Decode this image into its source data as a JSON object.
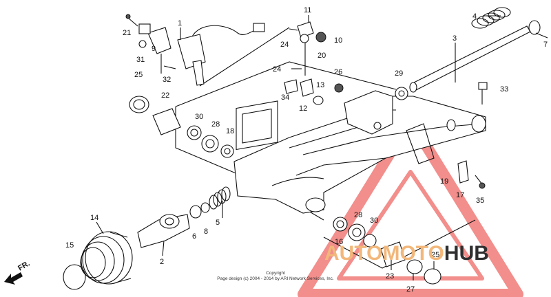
{
  "diagram": {
    "parts": [
      {
        "num": "1"
      },
      {
        "num": "2"
      },
      {
        "num": "3"
      },
      {
        "num": "4"
      },
      {
        "num": "5"
      },
      {
        "num": "6"
      },
      {
        "num": "7"
      },
      {
        "num": "8"
      },
      {
        "num": "9"
      },
      {
        "num": "10"
      },
      {
        "num": "11"
      },
      {
        "num": "12"
      },
      {
        "num": "13"
      },
      {
        "num": "14"
      },
      {
        "num": "15"
      },
      {
        "num": "16"
      },
      {
        "num": "17"
      },
      {
        "num": "18"
      },
      {
        "num": "19"
      },
      {
        "num": "20"
      },
      {
        "num": "21"
      },
      {
        "num": "22"
      },
      {
        "num": "23"
      },
      {
        "num": "24"
      },
      {
        "num": "24"
      },
      {
        "num": "25"
      },
      {
        "num": "25"
      },
      {
        "num": "26"
      },
      {
        "num": "27"
      },
      {
        "num": "28"
      },
      {
        "num": "28"
      },
      {
        "num": "29"
      },
      {
        "num": "30"
      },
      {
        "num": "30"
      },
      {
        "num": "31"
      },
      {
        "num": "32"
      },
      {
        "num": "33"
      },
      {
        "num": "34"
      },
      {
        "num": "35"
      }
    ],
    "direction_label": "FR.",
    "copyright": [
      "Copyright",
      "Page design (c) 2004 - 2014 by ARI Network Services, Inc."
    ]
  },
  "watermark": {
    "word_a": "AUTOMOTO",
    "word_b": "HUB",
    "triangle_color": "#e8322e",
    "text_color_a": "#f2b77a",
    "text_color_b": "#2f2f2f"
  }
}
